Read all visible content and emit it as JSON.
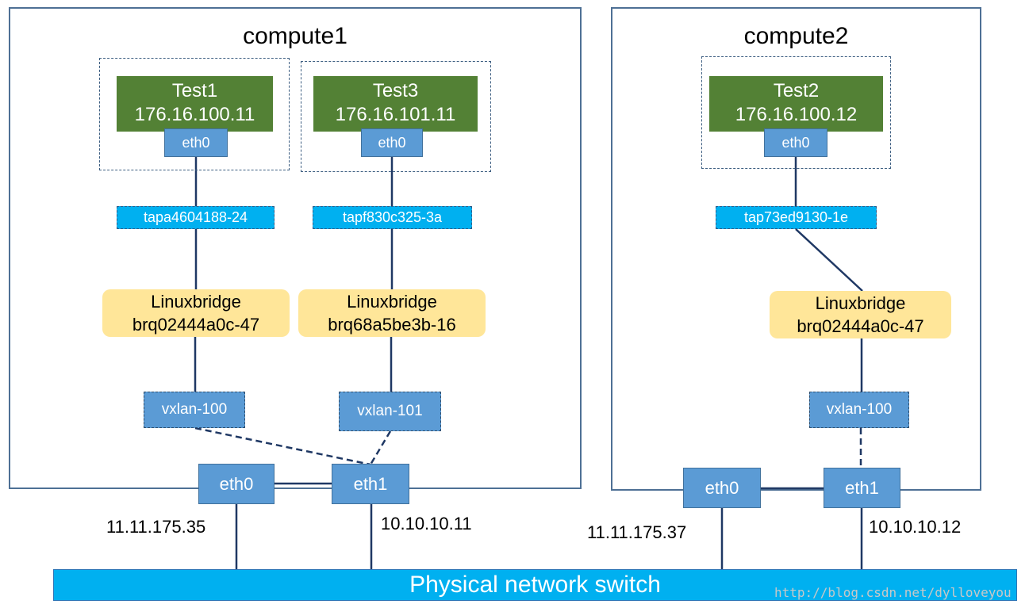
{
  "compute1": {
    "title": "compute1",
    "vm_test1": {
      "name": "Test1",
      "ip": "176.16.100.11",
      "eth": "eth0",
      "tap": "tapa4604188-24"
    },
    "vm_test3": {
      "name": "Test3",
      "ip": "176.16.101.11",
      "eth": "eth0",
      "tap": "tapf830c325-3a"
    },
    "bridge1": {
      "line1": "Linuxbridge",
      "line2": "brq02444a0c-47"
    },
    "bridge2": {
      "line1": "Linuxbridge",
      "line2": "brq68a5be3b-16"
    },
    "vxlan1": "vxlan-100",
    "vxlan2": "vxlan-101",
    "eth0": "eth0",
    "eth1": "eth1",
    "eth0_ip": "11.11.175.35",
    "eth1_ip": "10.10.10.11"
  },
  "compute2": {
    "title": "compute2",
    "vm_test2": {
      "name": "Test2",
      "ip": "176.16.100.12",
      "eth": "eth0",
      "tap": "tap73ed9130-1e"
    },
    "bridge": {
      "line1": "Linuxbridge",
      "line2": "brq02444a0c-47"
    },
    "vxlan": "vxlan-100",
    "eth0": "eth0",
    "eth1": "eth1",
    "eth0_ip": "11.11.175.37",
    "eth1_ip": "10.10.10.12"
  },
  "switch_label": "Physical network switch",
  "watermark": "http://blog.csdn.net/dylloveyou",
  "colors": {
    "vm_green": "#538135",
    "nic_blue": "#5b9bd5",
    "tap_cyan": "#00b0f0",
    "bridge_yellow": "#ffe699",
    "wire": "#1f3864"
  }
}
